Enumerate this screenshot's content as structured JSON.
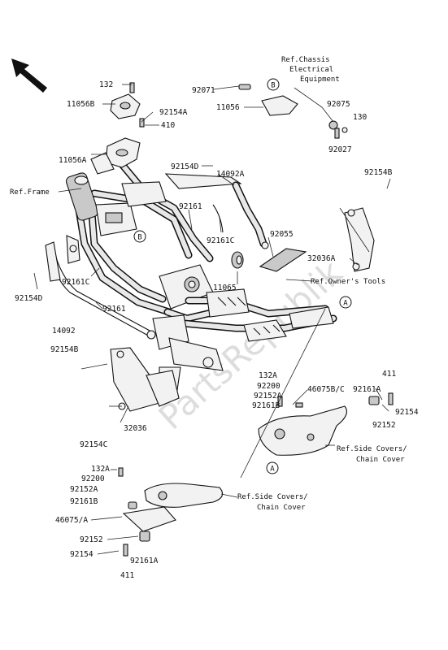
{
  "labels": {
    "p132": "132",
    "p11056B": "11056B",
    "p92154A": "92154A",
    "p410": "410",
    "p11056A": "11056A",
    "refFrame": "Ref.Frame",
    "p92071": "92071",
    "p11056": "11056",
    "p92075": "92075",
    "p130": "130",
    "p92027": "92027",
    "p92154D_top": "92154D",
    "p14092A": "14092A",
    "p92154B_top": "92154B",
    "p92161": "92161",
    "p92161C_top": "92161C",
    "p92055": "92055",
    "p32036A": "32036A",
    "p11065": "11065",
    "p92161C_left": "92161C",
    "p92154D_left": "92154D",
    "p92161_left": "92161",
    "p14092": "14092",
    "p92154B_left": "92154B",
    "p32036": "32036",
    "p92154C": "92154C",
    "p132A_r": "132A",
    "p92200_r": "92200",
    "p92152A_r": "92152A",
    "p92161B_r": "92161B",
    "p46075BC": "46075B/C",
    "p92161A_r": "92161A",
    "p411_r": "411",
    "p92154_r": "92154",
    "p92152_r": "92152",
    "p132A_l": "132A",
    "p92200_l": "92200",
    "p92152A_l": "92152A",
    "p92161B_l": "92161B",
    "p46075A": "46075/A",
    "p92152_l": "92152",
    "p92154_l": "92154",
    "p92161A_l": "92161A",
    "p411_l": "411"
  },
  "refs": {
    "chassis_line1": "Ref.Chassis",
    "chassis_line2": "Electrical",
    "chassis_line3": "Equipment",
    "owners_tools": "Ref.Owner's Tools",
    "side_covers_r1": "Ref.Side Covers/",
    "side_covers_r2": "Chain Cover",
    "side_covers_l1": "Ref.Side Covers/",
    "side_covers_l2": "Chain Cover"
  },
  "markers": {
    "A": "A",
    "B": "B"
  },
  "watermark": "PartsRepublik"
}
